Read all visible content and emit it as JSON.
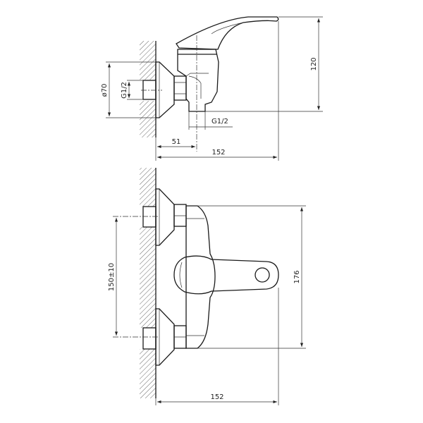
{
  "side_view": {
    "dim_height": "120",
    "dim_flange_diameter": "ø70",
    "dim_inlet_thread": "G1/2",
    "dim_outlet_thread": "G1/2",
    "dim_outlet_offset": "51",
    "dim_depth": "152"
  },
  "front_view": {
    "dim_height": "176",
    "dim_inlet_spacing": "150±10",
    "dim_depth": "152"
  },
  "colors": {
    "line": "#1a1a1a",
    "background": "#ffffff"
  }
}
